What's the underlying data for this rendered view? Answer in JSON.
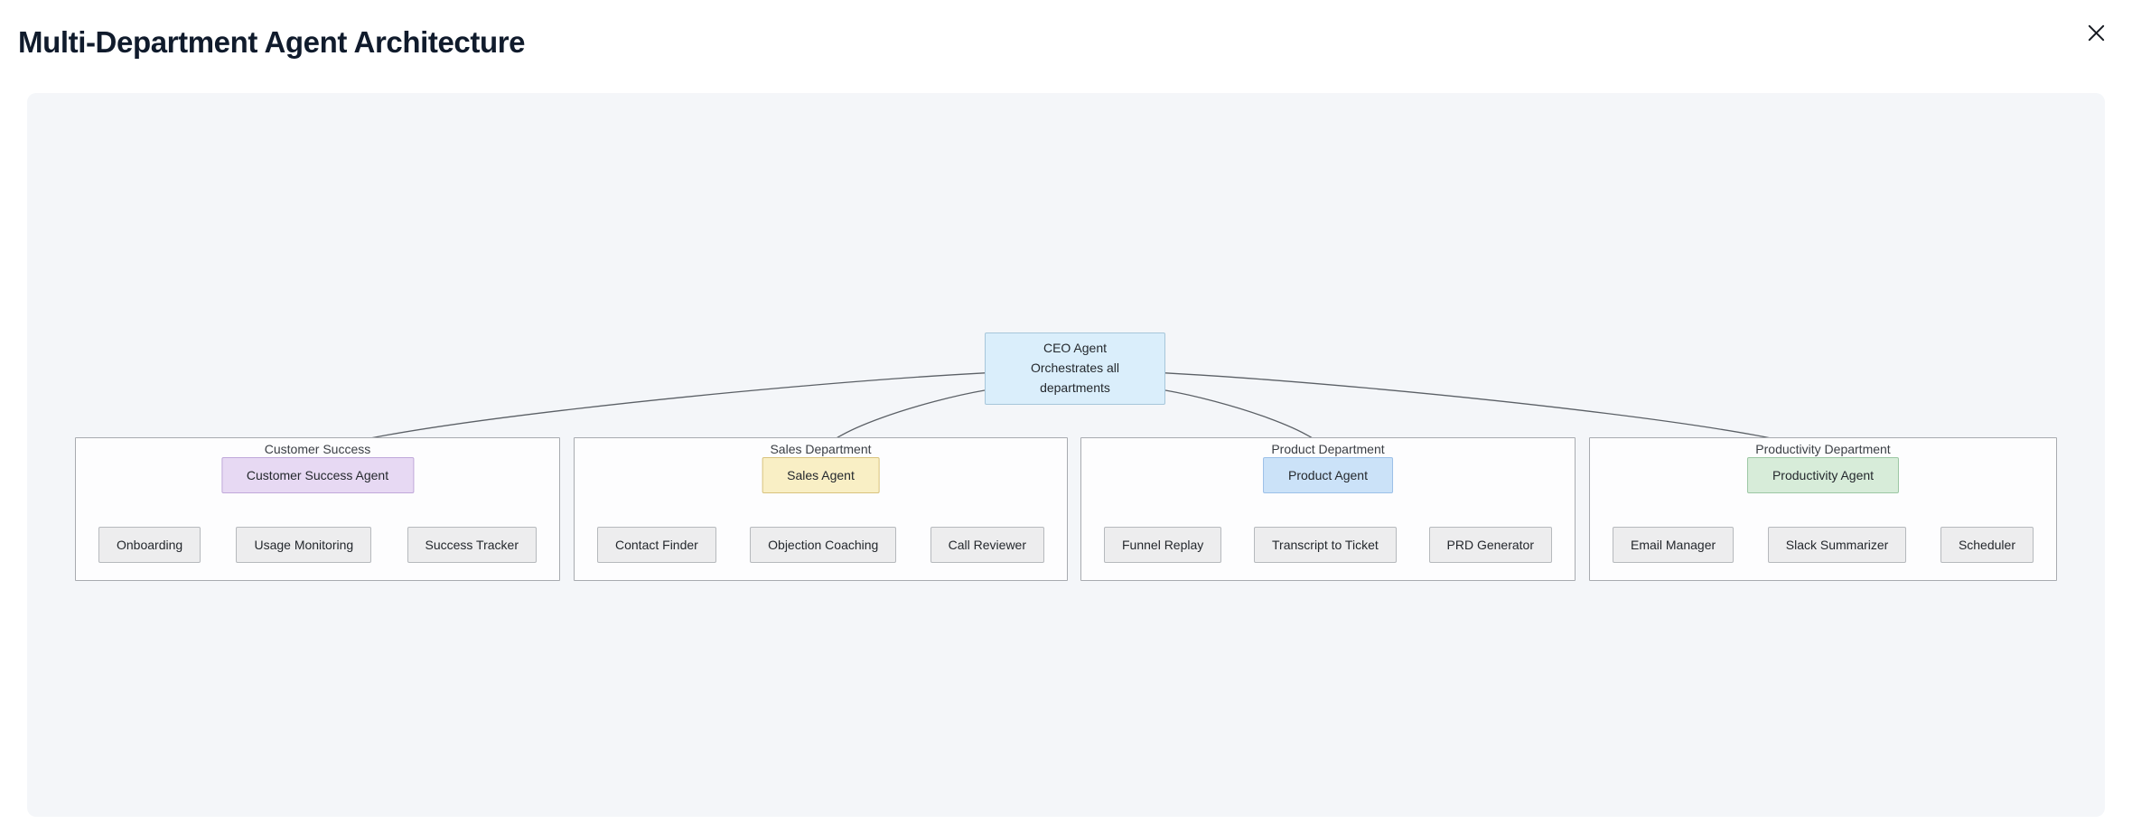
{
  "title": "Multi-Department Agent Architecture",
  "icons": {
    "close": "close-icon"
  },
  "colors": {
    "page_background": "#ffffff",
    "canvas_background": "#f4f6f9",
    "cluster_fill": "#fdfdfe",
    "cluster_border": "#a8abb0",
    "child_fill": "#ededee",
    "child_border": "#b6b9bd",
    "edge": "#5b6066",
    "title_text": "#101b2c"
  },
  "ceo": {
    "lines": [
      "CEO Agent",
      "Orchestrates all",
      "departments"
    ],
    "fill": "#daeefb",
    "border": "#a6c6da"
  },
  "departments": [
    {
      "name": "Customer Success",
      "agent": {
        "label": "Customer Success Agent",
        "fill": "#e7d9f3",
        "border": "#c0a8da"
      },
      "children": [
        {
          "label": "Onboarding"
        },
        {
          "label": "Usage Monitoring"
        },
        {
          "label": "Success Tracker"
        }
      ]
    },
    {
      "name": "Sales Department",
      "agent": {
        "label": "Sales Agent",
        "fill": "#f9efc5",
        "border": "#d8c27d"
      },
      "children": [
        {
          "label": "Contact Finder"
        },
        {
          "label": "Objection Coaching"
        },
        {
          "label": "Call Reviewer"
        }
      ]
    },
    {
      "name": "Product Department",
      "agent": {
        "label": "Product Agent",
        "fill": "#cbe2f8",
        "border": "#9cc0e8"
      },
      "children": [
        {
          "label": "Funnel Replay"
        },
        {
          "label": "Transcript to Ticket"
        },
        {
          "label": "PRD Generator"
        }
      ]
    },
    {
      "name": "Productivity Department",
      "agent": {
        "label": "Productivity Agent",
        "fill": "#d7ecd9",
        "border": "#9cc7a4"
      },
      "children": [
        {
          "label": "Email Manager"
        },
        {
          "label": "Slack Summarizer"
        },
        {
          "label": "Scheduler"
        }
      ]
    }
  ],
  "edges": [
    {
      "from": "node-ceo",
      "to": "node-agent-0"
    },
    {
      "from": "node-ceo",
      "to": "node-agent-1"
    },
    {
      "from": "node-ceo",
      "to": "node-agent-2"
    },
    {
      "from": "node-ceo",
      "to": "node-agent-3"
    },
    {
      "from": "node-agent-0",
      "to": "node-child-0-0"
    },
    {
      "from": "node-agent-0",
      "to": "node-child-0-1"
    },
    {
      "from": "node-agent-0",
      "to": "node-child-0-2"
    },
    {
      "from": "node-agent-1",
      "to": "node-child-1-0"
    },
    {
      "from": "node-agent-1",
      "to": "node-child-1-1"
    },
    {
      "from": "node-agent-1",
      "to": "node-child-1-2"
    },
    {
      "from": "node-agent-2",
      "to": "node-child-2-0"
    },
    {
      "from": "node-agent-2",
      "to": "node-child-2-1"
    },
    {
      "from": "node-agent-2",
      "to": "node-child-2-2"
    },
    {
      "from": "node-agent-3",
      "to": "node-child-3-0"
    },
    {
      "from": "node-agent-3",
      "to": "node-child-3-1"
    },
    {
      "from": "node-agent-3",
      "to": "node-child-3-2"
    }
  ]
}
